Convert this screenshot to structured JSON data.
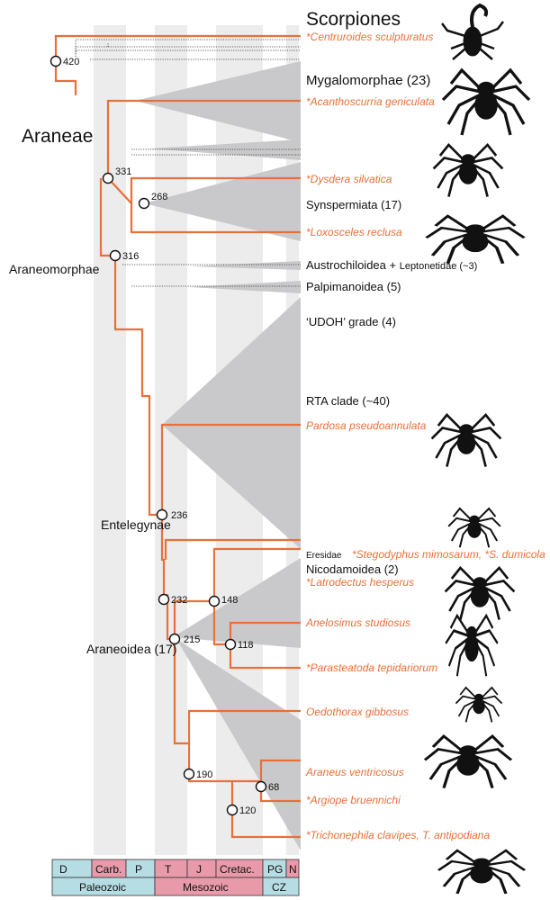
{
  "heading": {
    "outgroup": "Scorpiones",
    "root_clade": "Araneae"
  },
  "clade_labels": {
    "araneomorphae": "Araneomorphae",
    "entelegynae": "Entelegynae",
    "araneoidea": "Araneoidea (17)"
  },
  "tips": {
    "centruroides": "*Centruroides sculpturatus",
    "mygalomorphae": "Mygalomorphae (23)",
    "acanthoscurria": "*Acanthoscurria geniculata",
    "dysdera": "*Dysdera silvatica",
    "synspermiata": "Synspermiata (17)",
    "loxosceles": "*Loxosceles reclusa",
    "austrochiloidea": "Austrochiloidea + ",
    "leptonetidae": "Leptonetidae (~3)",
    "palpimanoidea": "Palpimanoidea (5)",
    "udoh": "‘UDOH’ grade (4)",
    "rta": "RTA clade (~40)",
    "pardosa": "Pardosa pseudoannulata",
    "eresidae": "Eresidae",
    "stegodyphus": "*Stegodyphus mimosarum, *S. dumicola",
    "nicodamoidea": "Nicodamoidea (2)",
    "latrodectus": "*Latrodectus hesperus",
    "anelosimus": "Anelosimus studiosus",
    "parasteatoda": "*Parasteatoda tepidariorum",
    "oedothorax": "Oedothorax gibbosus",
    "araneus": "Araneus ventricosus",
    "argiope": "*Argiope bruennichi",
    "trichonephila": "*Trichonephila clavipes, T. antipodiana"
  },
  "node_ages": [
    "420",
    "331",
    "268",
    "316",
    "236",
    "232",
    "148",
    "118",
    "215",
    "190",
    "68",
    "120"
  ],
  "timescale": {
    "periods": [
      "D",
      "Carb.",
      "P",
      "T",
      "J",
      "Cretac.",
      "PG",
      "N"
    ],
    "eras": [
      "Paleozoic",
      "Mesozoic",
      "CZ"
    ]
  },
  "colors": {
    "orange": "#e8703a",
    "clade_fill": "#c9c9cb",
    "band": "#ececec",
    "paleozoic": "#b6dde4",
    "mesozoic": "#e99aaa"
  },
  "icons": [
    "scorpion-icon",
    "tarantula-icon",
    "dysdera-spider-icon",
    "recluse-spider-icon",
    "wolf-spider-icon",
    "velvet-spider-icon",
    "widow-spider-icon",
    "cobweb-spider-icon",
    "orbweaver-spider-icon",
    "argiope-spider-icon",
    "golden-orb-spider-icon"
  ]
}
